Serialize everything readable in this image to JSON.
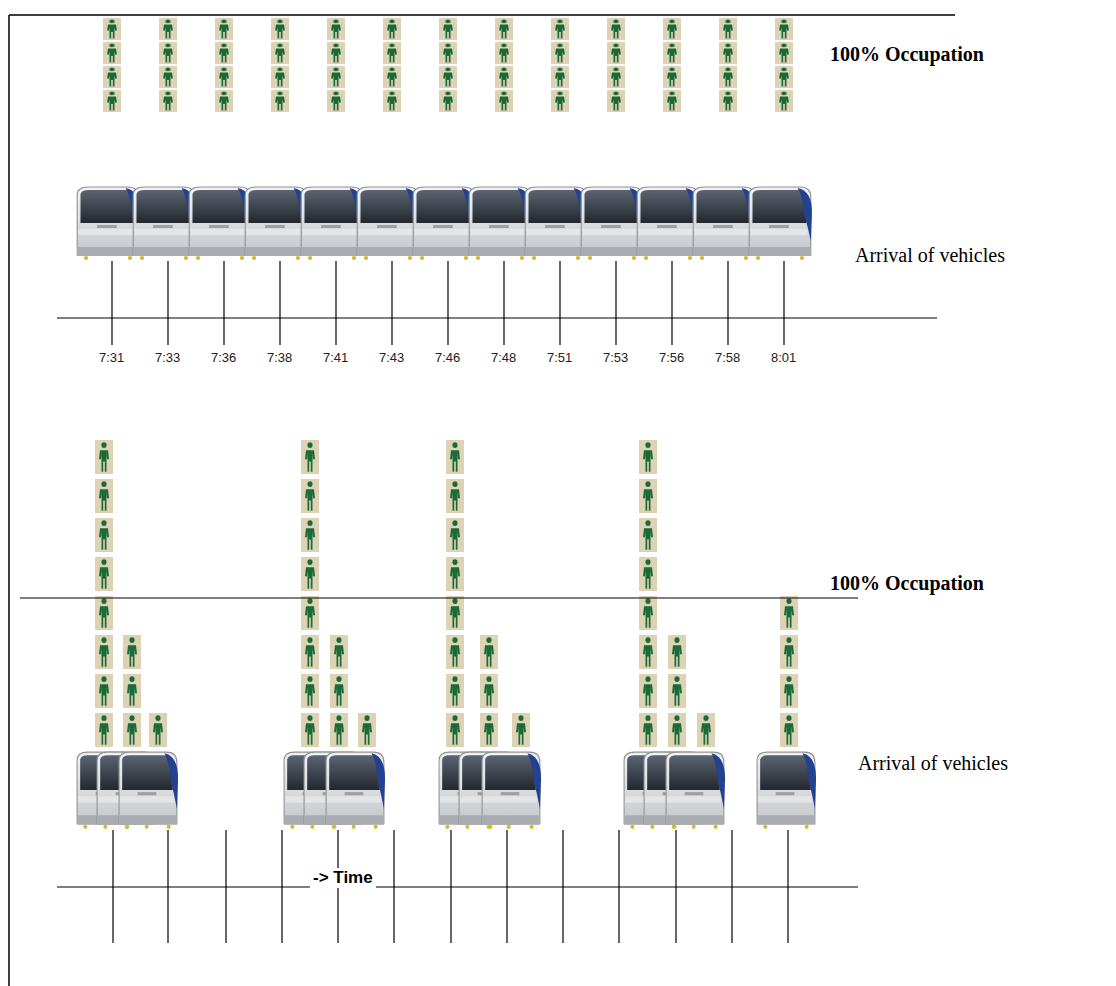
{
  "diagram": {
    "labels": [
      "100% Occupation",
      "Arrival of vehicles",
      "7:31",
      "7:33",
      "7:36",
      "7:38",
      "7:41",
      "7:43",
      "7:46",
      "7:48",
      "7:51",
      "7:53",
      "7:56",
      "7:58",
      "8:01",
      "100% Occupation",
      "Arrival of vehicles",
      "-> Time"
    ]
  }
}
